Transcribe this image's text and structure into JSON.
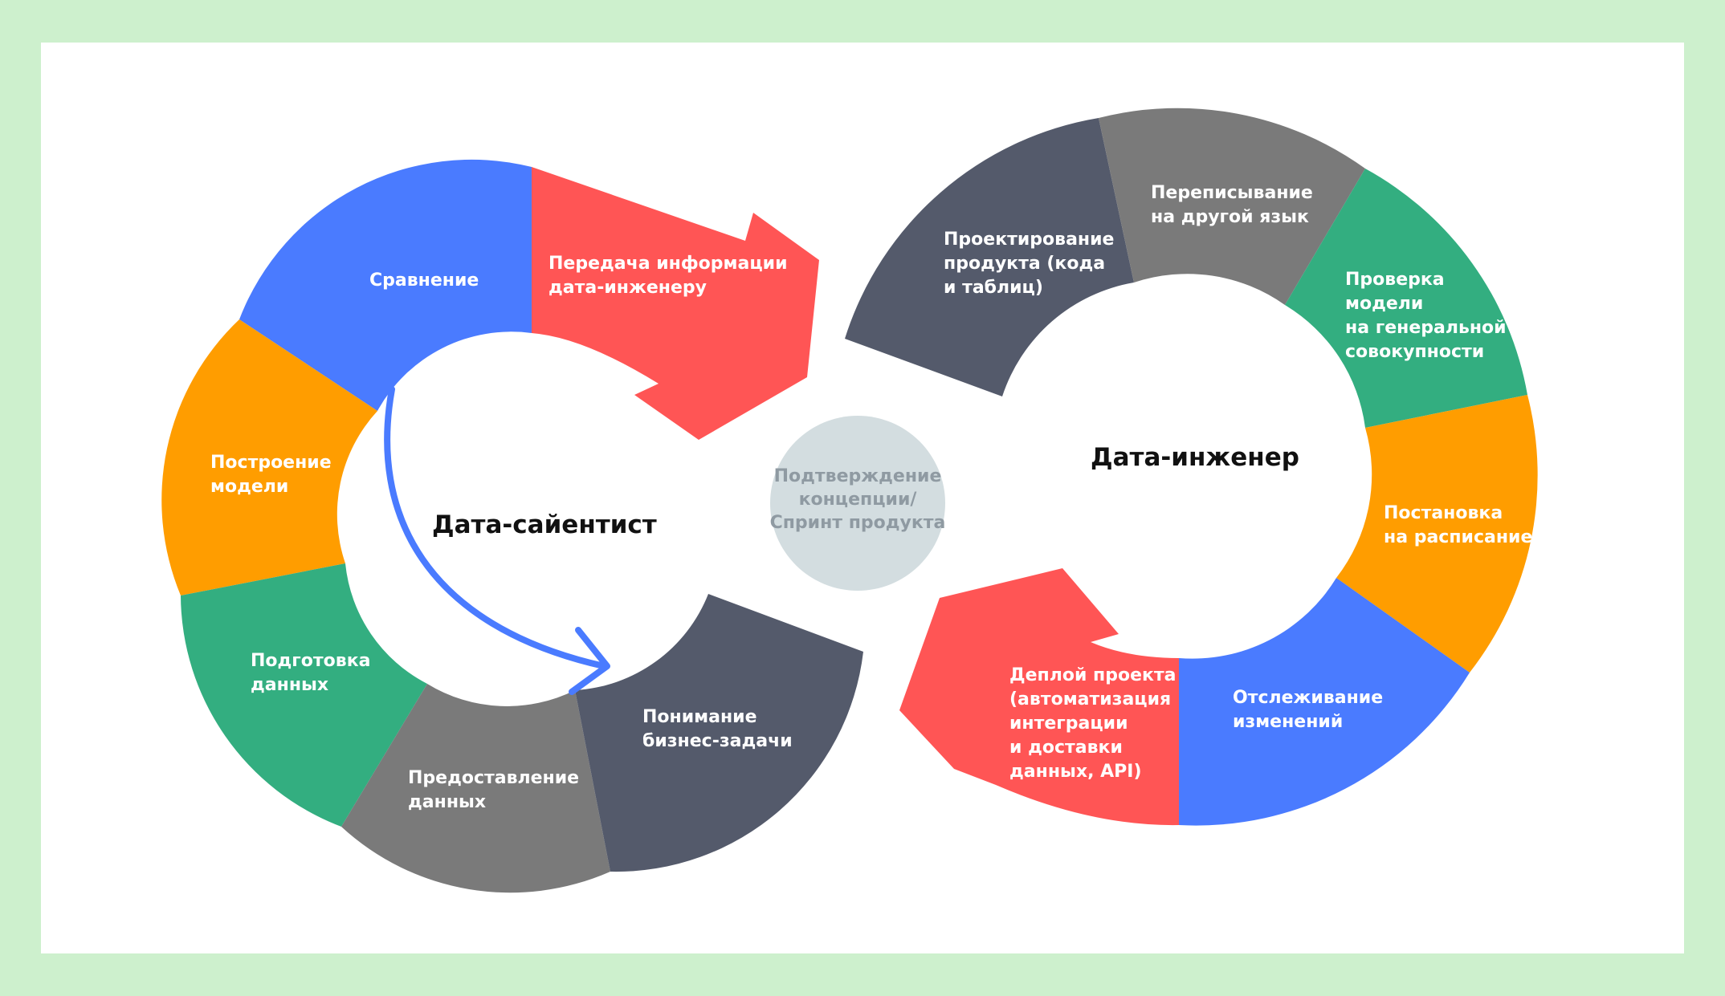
{
  "colors": {
    "background": "#cdf0cd",
    "card": "#ffffff",
    "red": "#ff5555",
    "blue": "#4a7bff",
    "orange": "#ff9d00",
    "green": "#33ae80",
    "gray": "#7a7a7a",
    "dark": "#545a6b",
    "center_circle": "#d3dde0"
  },
  "left": {
    "title": "Дата-сайентист",
    "segments": [
      {
        "label": [
          "Передача информации",
          "дата-инженеру"
        ],
        "color": "#ff5555"
      },
      {
        "label": [
          "Сравнение"
        ],
        "color": "#4a7bff"
      },
      {
        "label": [
          "Построение",
          "модели"
        ],
        "color": "#ff9d00"
      },
      {
        "label": [
          "Подготовка",
          "данных"
        ],
        "color": "#33ae80"
      },
      {
        "label": [
          "Предоставление",
          "данных"
        ],
        "color": "#7a7a7a"
      },
      {
        "label": [
          "Понимание",
          "бизнес-задачи"
        ],
        "color": "#545a6b"
      }
    ],
    "arrow_icon": "curved-arrow-icon"
  },
  "right": {
    "title": "Дата-инженер",
    "segments": [
      {
        "label": [
          "Проектирование",
          "продукта (кода",
          "и таблиц)"
        ],
        "color": "#545a6b"
      },
      {
        "label": [
          "Переписывание",
          "на другой язык"
        ],
        "color": "#7a7a7a"
      },
      {
        "label": [
          "Проверка",
          "модели",
          "на генеральной",
          "совокупности"
        ],
        "color": "#33ae80"
      },
      {
        "label": [
          "Постановка",
          "на расписание"
        ],
        "color": "#ff9d00"
      },
      {
        "label": [
          "Отслеживание",
          "изменений"
        ],
        "color": "#4a7bff"
      },
      {
        "label": [
          "Деплой проекта",
          "(автоматизация",
          "интеграции",
          "и доставки",
          "данных, API)"
        ],
        "color": "#ff5555"
      }
    ]
  },
  "center": {
    "label": [
      "Подтверждение",
      "концепции/",
      "Спринт продукта"
    ]
  }
}
